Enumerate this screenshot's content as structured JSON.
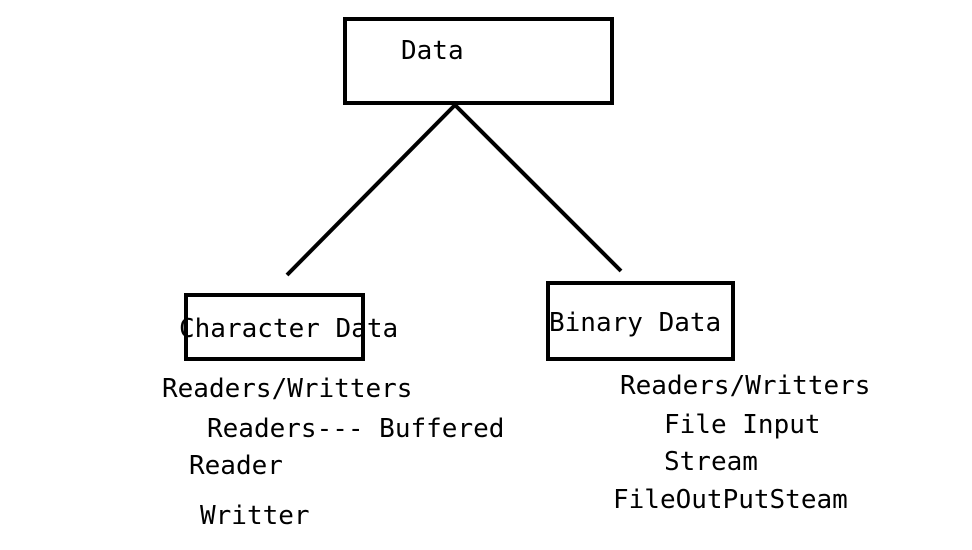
{
  "root": {
    "label": "Data"
  },
  "character": {
    "label": "Character Data",
    "lines": [
      "Readers/Writters",
      "Readers--- Buffered",
      "Reader",
      "Writter"
    ]
  },
  "binary": {
    "label": "Binary Data",
    "lines": [
      "Readers/Writters",
      "File Input",
      "Stream",
      "FileOutPutSteam"
    ]
  },
  "colors": {
    "stroke": "#000000",
    "background": "#ffffff"
  }
}
